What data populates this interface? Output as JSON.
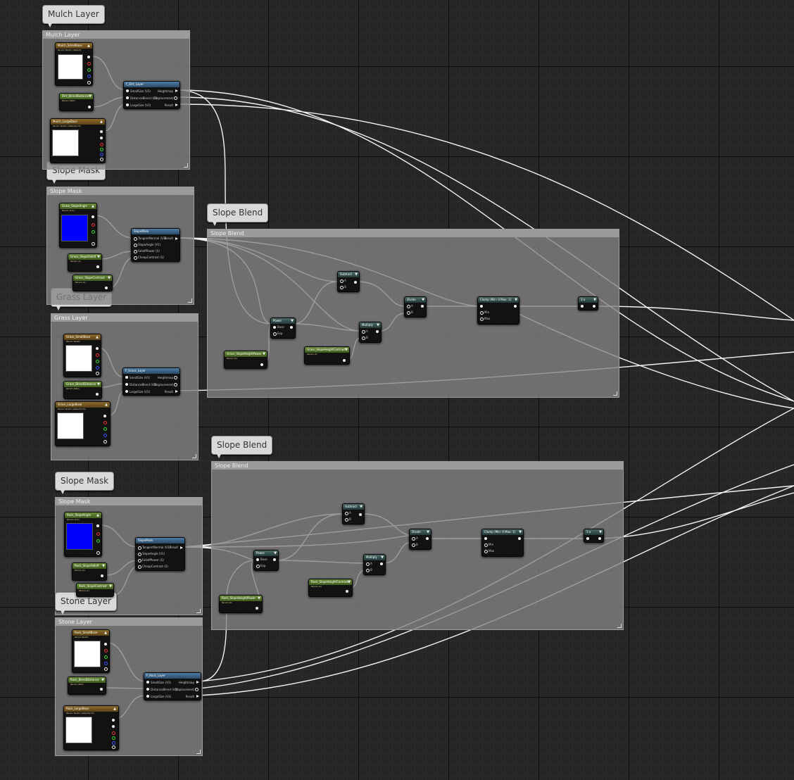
{
  "colors": {
    "wire": "#ffffff",
    "texture_header": "#8e6b29",
    "param_header": "#6b8e3a",
    "function_header": "#4f7ca3",
    "op_header": "#4b6a66",
    "blue_swatch": "#0000ff"
  },
  "comments": {
    "mulch_layer": "Mulch Layer",
    "slope_mask_1": "Slope Mask",
    "slope_blend_1": "Slope Blend",
    "grass_layer": "Grass Layer",
    "slope_blend_2": "Slope Blend",
    "slope_mask_2": "Slope Mask",
    "stone_layer": "Stone Layer"
  },
  "nodes": {
    "mulch_small": {
      "title": "Mulch_SmallBase",
      "sub": "Param Tex2D (default)"
    },
    "dirt_blend": {
      "title": "Dirt_BlendDistance",
      "sub": "Param (640)"
    },
    "mulch_large": {
      "title": "Mulch_LargeBase",
      "sub": "Param Tex2D (default)(V3)"
    },
    "f_dirt": {
      "title": "F_Dirt_Layer"
    },
    "grass_angle": {
      "title": "Grass_SlopeAngle",
      "sub": "Param (0.5)"
    },
    "grass_falloff": {
      "title": "Grass_SlopeFalloff",
      "sub": "Param (1)"
    },
    "grass_contrast": {
      "title": "Grass_SlopeContrast",
      "sub": "Param (1)"
    },
    "slopemask_1": {
      "title": "SlopeMask"
    },
    "grass_heightpower": {
      "title": "Grass_SlopeHeightPower",
      "sub": "Param (2)"
    },
    "grass_heightcontrast": {
      "title": "Grass_SlopeHeightContrast",
      "sub": "Param (4)"
    },
    "power_1": {
      "title": "Power"
    },
    "subtract_1": {
      "title": "Subtract"
    },
    "multiply_1": {
      "title": "Multiply"
    },
    "divide_1": {
      "title": "Divide"
    },
    "clamp_1": {
      "title": "Clamp (Min: 0 Max: 1)"
    },
    "oneminus_1": {
      "title": "1-x"
    },
    "grass_small": {
      "title": "Grass_SmallBase",
      "sub": "Param Tex2D"
    },
    "grass_blend": {
      "title": "Grass_BlendDistance",
      "sub": "Param (640)"
    },
    "grass_large": {
      "title": "Grass_LargeBase",
      "sub": "Param Tex2D (default)(V3)"
    },
    "f_grass": {
      "title": "F_Grass_Layer"
    },
    "rock_angle": {
      "title": "Rock_SlopeAngle",
      "sub": "Param (0.5)"
    },
    "rock_falloff": {
      "title": "Rock_SlopeFalloff",
      "sub": "Param (1)"
    },
    "rock_contrast": {
      "title": "Rock_SlopeContrast",
      "sub": "Param (1)"
    },
    "slopemask_2": {
      "title": "SlopeMask"
    },
    "rock_heightpower": {
      "title": "Rock_SlopeHeightPower",
      "sub": "Param (2)"
    },
    "rock_heightcontrast": {
      "title": "Rock_SlopeHeightContrast",
      "sub": "Param (4)"
    },
    "power_2": {
      "title": "Power"
    },
    "subtract_2": {
      "title": "Subtract"
    },
    "multiply_2": {
      "title": "Multiply"
    },
    "divide_2": {
      "title": "Divide"
    },
    "clamp_2": {
      "title": "Clamp (Min: 0 Max: 1)"
    },
    "oneminus_2": {
      "title": "1-x"
    },
    "rock_small": {
      "title": "Rock_SmallBase",
      "sub": "Param Tex2D"
    },
    "rock_blend": {
      "title": "Rock_BlendDistance",
      "sub": "Param (640)"
    },
    "rock_large": {
      "title": "Rock_LargeBase",
      "sub": "Param Tex2D (default)(V3)"
    },
    "f_rock": {
      "title": "F_Rock_Layer"
    }
  },
  "pins": {
    "small_size": "SmallSize (V3)",
    "distance_blend": "DistanceBlend (V3)",
    "large_size": "LargeSize (V3)",
    "heightmap": "Heightmap",
    "displacement": "Displacement",
    "result": "Result",
    "tangent_normal": "TangentNormal (V3)",
    "slope_angle": "SlopeAngle (V1)",
    "falloff_power": "FalloffPower (S)",
    "cheap_contrast": "CheapContrast (S)",
    "base": "Base",
    "exp": "Exp",
    "a": "A",
    "b": "B",
    "min": "Min",
    "max": "Max"
  }
}
